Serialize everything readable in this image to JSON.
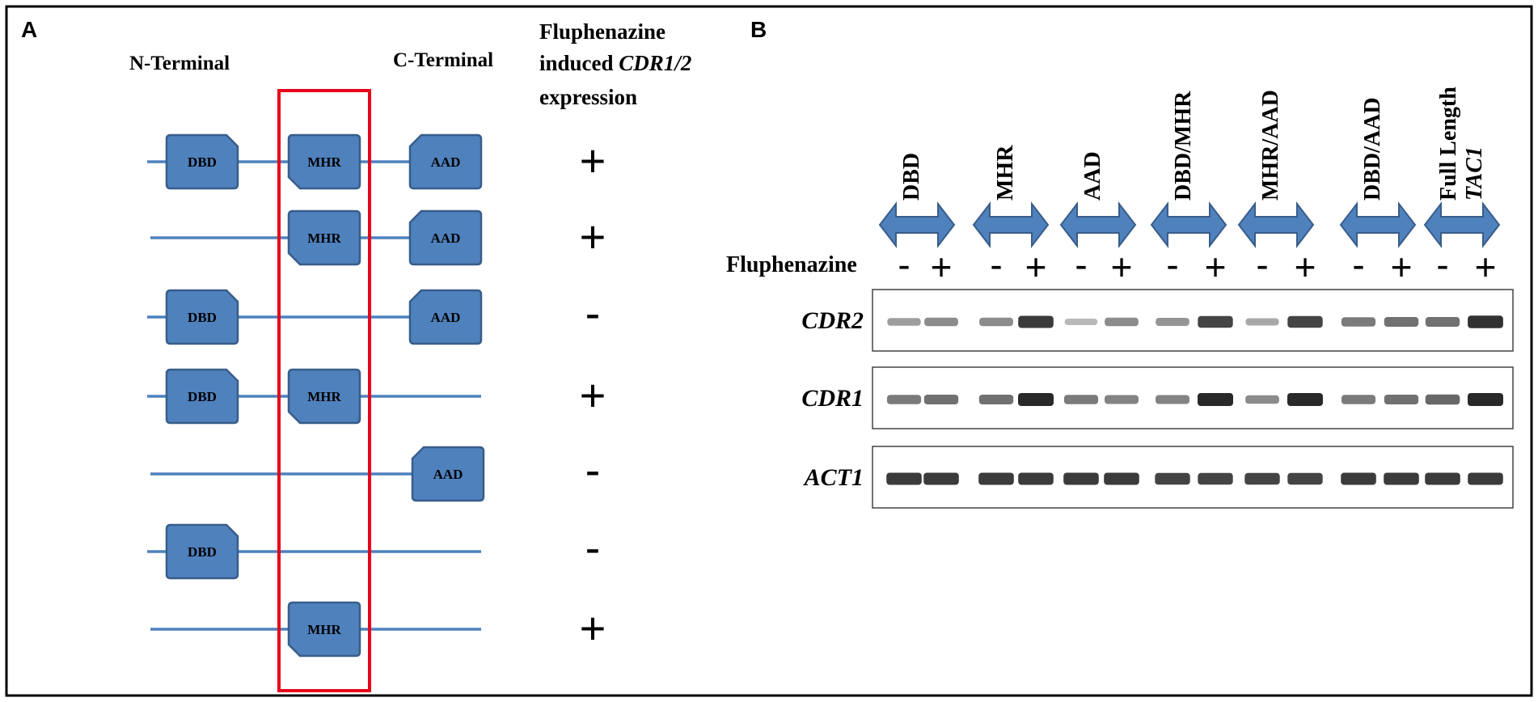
{
  "panel_a": {
    "letter": "A",
    "n_terminal": "N-Terminal",
    "c_terminal": "C-Terminal",
    "header_line1": "Fluphenazine",
    "header_line2_prefix": "induced ",
    "header_line2_italic": "CDR1/2",
    "header_line3": "expression",
    "domains": {
      "dbd": "DBD",
      "mhr": "MHR",
      "aad": "AAD"
    },
    "constructs": [
      {
        "dbd": true,
        "mhr": true,
        "aad": true,
        "result": "+"
      },
      {
        "dbd": false,
        "mhr": true,
        "aad": true,
        "result": "+"
      },
      {
        "dbd": true,
        "mhr": false,
        "aad": true,
        "result": "-"
      },
      {
        "dbd": true,
        "mhr": true,
        "aad": false,
        "result": "+"
      },
      {
        "dbd": false,
        "mhr": false,
        "aad": true,
        "result": "-"
      },
      {
        "dbd": true,
        "mhr": false,
        "aad": false,
        "result": "-"
      },
      {
        "dbd": false,
        "mhr": true,
        "aad": false,
        "result": "+"
      }
    ],
    "colors": {
      "domain_fill": "#4f81bd",
      "domain_stroke": "#385d8a",
      "line": "#4f81bd",
      "highlight": "#e8001c"
    }
  },
  "panel_b": {
    "letter": "B",
    "treatment_label": "Fluphenazine",
    "constructs": [
      {
        "label": "DBD"
      },
      {
        "label": "MHR"
      },
      {
        "label": "AAD"
      },
      {
        "label": "DBD/MHR"
      },
      {
        "label": "MHR/AAD"
      },
      {
        "label": "DBD/AAD"
      },
      {
        "label": "Full Length",
        "label2": "TAC1"
      }
    ],
    "lane_signs": [
      "-",
      "+",
      "-",
      "+",
      "-",
      "+",
      "-",
      "+",
      "-",
      "+",
      "-",
      "+",
      "-",
      "+"
    ],
    "genes": [
      {
        "name": "CDR2",
        "intensity": [
          0.35,
          0.45,
          0.45,
          0.9,
          0.2,
          0.45,
          0.4,
          0.85,
          0.3,
          0.85,
          0.55,
          0.6,
          0.6,
          0.95
        ]
      },
      {
        "name": "CDR1",
        "intensity": [
          0.55,
          0.6,
          0.6,
          1.0,
          0.55,
          0.5,
          0.5,
          1.0,
          0.45,
          1.0,
          0.55,
          0.6,
          0.65,
          1.0
        ]
      },
      {
        "name": "ACT1",
        "intensity": [
          0.9,
          0.9,
          0.9,
          0.9,
          0.9,
          0.9,
          0.85,
          0.85,
          0.85,
          0.85,
          0.9,
          0.9,
          0.9,
          0.9
        ]
      }
    ],
    "colors": {
      "arrow_fill": "#4f81bd",
      "arrow_stroke": "#385d8a",
      "gel_bg": "#ffffff",
      "band": "#1e1e1e"
    }
  }
}
